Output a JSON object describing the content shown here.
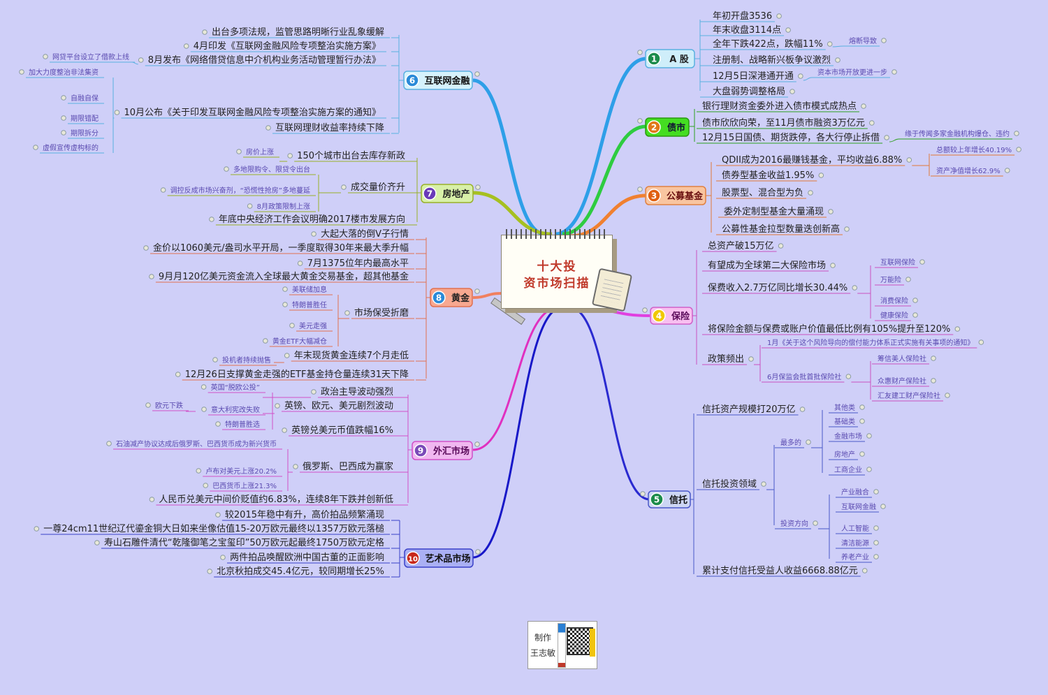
{
  "center": {
    "line1": "十大投",
    "line2": "资市场扫描"
  },
  "footer": {
    "line1": "制作",
    "line2": "王志敏"
  },
  "colors": {
    "A股": "#2e9fe8",
    "债市": "#2ecc40",
    "公募基金": "#f08030",
    "保险": "#e040e0",
    "信托": "#2a2ad0",
    "互联网金融": "#2e9fe8",
    "房地产": "#a6c020",
    "黄金": "#f08060",
    "外汇市场": "#e030c0",
    "艺术品市场": "#1818c8"
  },
  "branches": [
    {
      "num": "1",
      "label": "A 股",
      "fill": "#cfeefa",
      "stroke": "#5ab0e0",
      "badge": "#1b8b4a",
      "text": "#222"
    },
    {
      "num": "2",
      "label": "债市",
      "fill": "#44dd22",
      "stroke": "#2a9a10",
      "badge": "#e07818",
      "text": "#113"
    },
    {
      "num": "3",
      "label": "公募基金",
      "fill": "#f9c5a0",
      "stroke": "#e08040",
      "badge": "#e06010",
      "text": "#6a1010"
    },
    {
      "num": "4",
      "label": "保险",
      "fill": "#f8c0f0",
      "stroke": "#d060c8",
      "badge": "#f0c800",
      "text": "#5a0a5a"
    },
    {
      "num": "5",
      "label": "信托",
      "fill": "#cdd6f4",
      "stroke": "#4a58c8",
      "badge": "#1b8b4a",
      "text": "#111"
    },
    {
      "num": "6",
      "label": "互联网金融",
      "fill": "#d6f2fc",
      "stroke": "#5ab0e0",
      "badge": "#2a8ad8",
      "text": "#111"
    },
    {
      "num": "7",
      "label": "房地产",
      "fill": "#d8f0a8",
      "stroke": "#98b028",
      "badge": "#6a3ab8",
      "text": "#222"
    },
    {
      "num": "8",
      "label": "黄金",
      "fill": "#f8a890",
      "stroke": "#e07050",
      "badge": "#2a8ad8",
      "text": "#222"
    },
    {
      "num": "9",
      "label": "外汇市场",
      "fill": "#f0b8f0",
      "stroke": "#d050c8",
      "badge": "#7a4ab8",
      "text": "#5a0a5a"
    },
    {
      "num": "10",
      "label": "艺术品市场",
      "fill": "#aab0f4",
      "stroke": "#3a40c8",
      "badge": "#c8281a",
      "text": "#111"
    }
  ],
  "A股": [
    "年初开盘3536",
    "年末收盘3114点",
    "全年下跌422点，跌幅11%",
    "熔断导致",
    "注册制、战略新兴板争议激烈",
    "12月5日深港通开通",
    "资本市场开放更进一步",
    "大盘弱势调整格局"
  ],
  "债市": [
    "银行理财资金委外进入债市模式成热点",
    "债市欣欣向荣，至11月债市融资3万亿元",
    "12月15日国债、期货跌停，各大行停止拆借",
    "缘于传闻多家金融机构爆仓、违约"
  ],
  "公募基金": [
    "QDII成为2016最赚钱基金，平均收益6.88%",
    "总额较上年增长40.19%",
    "资产净值增长62.9%",
    "债券型基金收益1.95%",
    "股票型、混合型为负",
    "委外定制型基金大量涌现",
    "公募性基金拉型数量迭创新高"
  ],
  "保险": [
    "总资产破15万亿",
    "有望成为全球第二大保险市场",
    "保费收入2.7万亿同比增长30.44%",
    "互联网保险",
    "万能险",
    "消费保险",
    "健康保险",
    "将保险金额与保费或账户价值最低比例有105%提升至120%",
    "政策频出",
    "1月《关于这个风险导向的偿付能力体系正式实施有关事项的通知》",
    "6月保监会批首批保险社",
    "筹信美人保险社",
    "众惠财产保险社",
    "汇友建工财产保险社"
  ],
  "信托": [
    "信托资产规模打20万亿",
    "信托投资领域",
    "最多的",
    "其他类",
    "基础类",
    "金融市场",
    "房地产",
    "工商企业",
    "投资方向",
    "产业融合",
    "互联网金融",
    "人工智能",
    "清洁能源",
    "养老产业",
    "累计支付信托受益人收益6668.88亿元"
  ],
  "互联网金融": [
    "出台多项法规，监管思路明晰行业乱象缓解",
    "4月印发《互联网金融风险专项整治实施方案》",
    "8月发布《网络借贷信息中介机构业务活动管理暂行办法》",
    "网贷平台设立了借款上线",
    "加大力度整治非法集资",
    "自融自保",
    "期限错配",
    "期限拆分",
    "虚假宣传虚构标的",
    "10月公布《关于印发互联网金融风险专项整治实施方案的通知》",
    "互联网理财收益率持续下降"
  ],
  "房地产": [
    "房价上涨",
    "150个城市出台去库存新政",
    "多地限购令、限贷令出台",
    "调控反成市场兴奋剂，“恐慌性抢房”多地蔓延",
    "8月政策限制上涨",
    "成交量价齐升",
    "年底中央经济工作会议明确2017楼市发展方向"
  ],
  "黄金": [
    "大起大落的倒V子行情",
    "金价以1060美元/盎司水平开局，一季度取得30年来最大季升幅",
    "7月1375位年内最高水平",
    "9月月120亿美元资金流入全球最大黄金交易基金，超其他基金",
    "美联储加息",
    "特朗普胜任",
    "市场保受折磨",
    "美元走强",
    "黄金ETF大幅减仓",
    "投机者持续抛售",
    "年末现货黄金连续7个月走低",
    "12月26日支撑黄金走强的ETF基金持仓量连续31天下降"
  ],
  "外汇市场": [
    "英国“脱欧公投”",
    "政治主导波动强烈",
    "欧元下跌",
    "意大利宪改失败",
    "英镑、欧元、美元剧烈波动",
    "特朗普胜选",
    "英镑兑美元币值跌幅16%",
    "石油减产协议达成后俄罗斯、巴西货币成为新兴货币",
    "卢布对美元上涨20.2%",
    "俄罗斯、巴西成为赢家",
    "巴西货币上涨21.3%",
    "人民币兑美元中间价贬值约6.83%，连续8年下跌并创新低"
  ],
  "艺术品市场": [
    "较2015年稳中有升，高价拍品频繁涌现",
    "一尊24cm11世纪辽代鎏金铜大日如来坐像估值15-20万欧元最终以1357万欧元落槌",
    "寿山石雕件清代“乾隆御笔之宝玺印”50万欧元起最终1750万欧元定格",
    "两件拍品唤醒欧洲中国古董的正面影响",
    "北京秋拍成交45.4亿元，较同期增长25%"
  ]
}
